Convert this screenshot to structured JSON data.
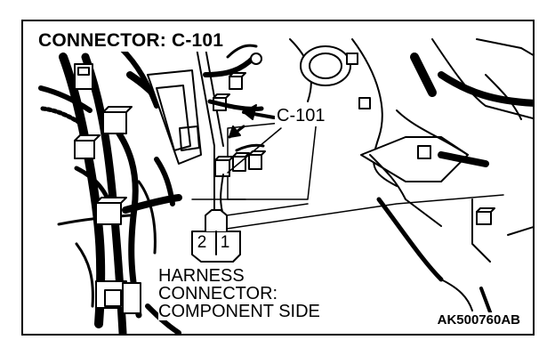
{
  "diagram": {
    "title": "CONNECTOR: C-101",
    "callout_label": "C-101",
    "caption_lines": [
      "HARNESS",
      "CONNECTOR:",
      "COMPONENT SIDE"
    ],
    "reference_code": "AK500760AB",
    "pin_labels": [
      "2",
      "1"
    ],
    "colors": {
      "line": "#000000",
      "background": "#ffffff"
    }
  }
}
